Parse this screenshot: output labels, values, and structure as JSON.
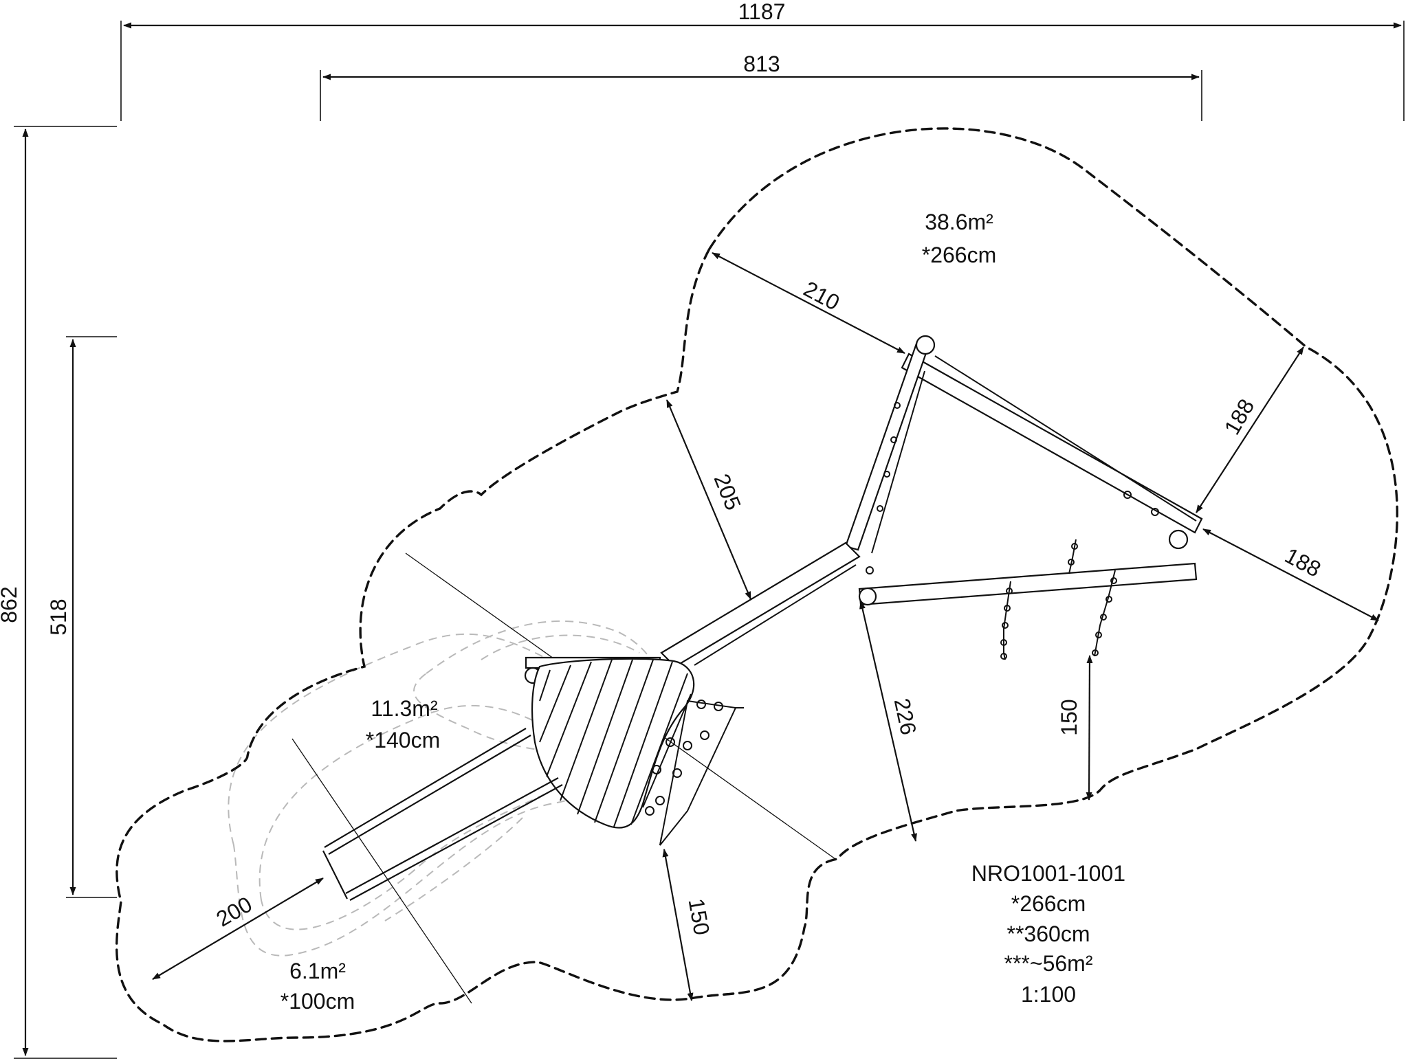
{
  "dimensions": {
    "overall_width": "1187",
    "inner_width": "813",
    "overall_height": "862",
    "inner_height": "518",
    "swing_back": "210",
    "swing_side_a": "188",
    "swing_side_b": "188",
    "beam_clearance": "205",
    "swing_front": "226",
    "swing_seat": "150",
    "slide_exit": "200",
    "slide_side": "150"
  },
  "zones": {
    "swing_area": "38.6m²",
    "swing_height": "*266cm",
    "tower_area": "11.3m²",
    "tower_height": "*140cm",
    "slide_area": "6.1m²",
    "slide_height": "*100cm"
  },
  "info": {
    "code": "NRO1001-1001",
    "height1": "*266cm",
    "height2": "**360cm",
    "area": "***~56m²",
    "scale": "1:100"
  }
}
